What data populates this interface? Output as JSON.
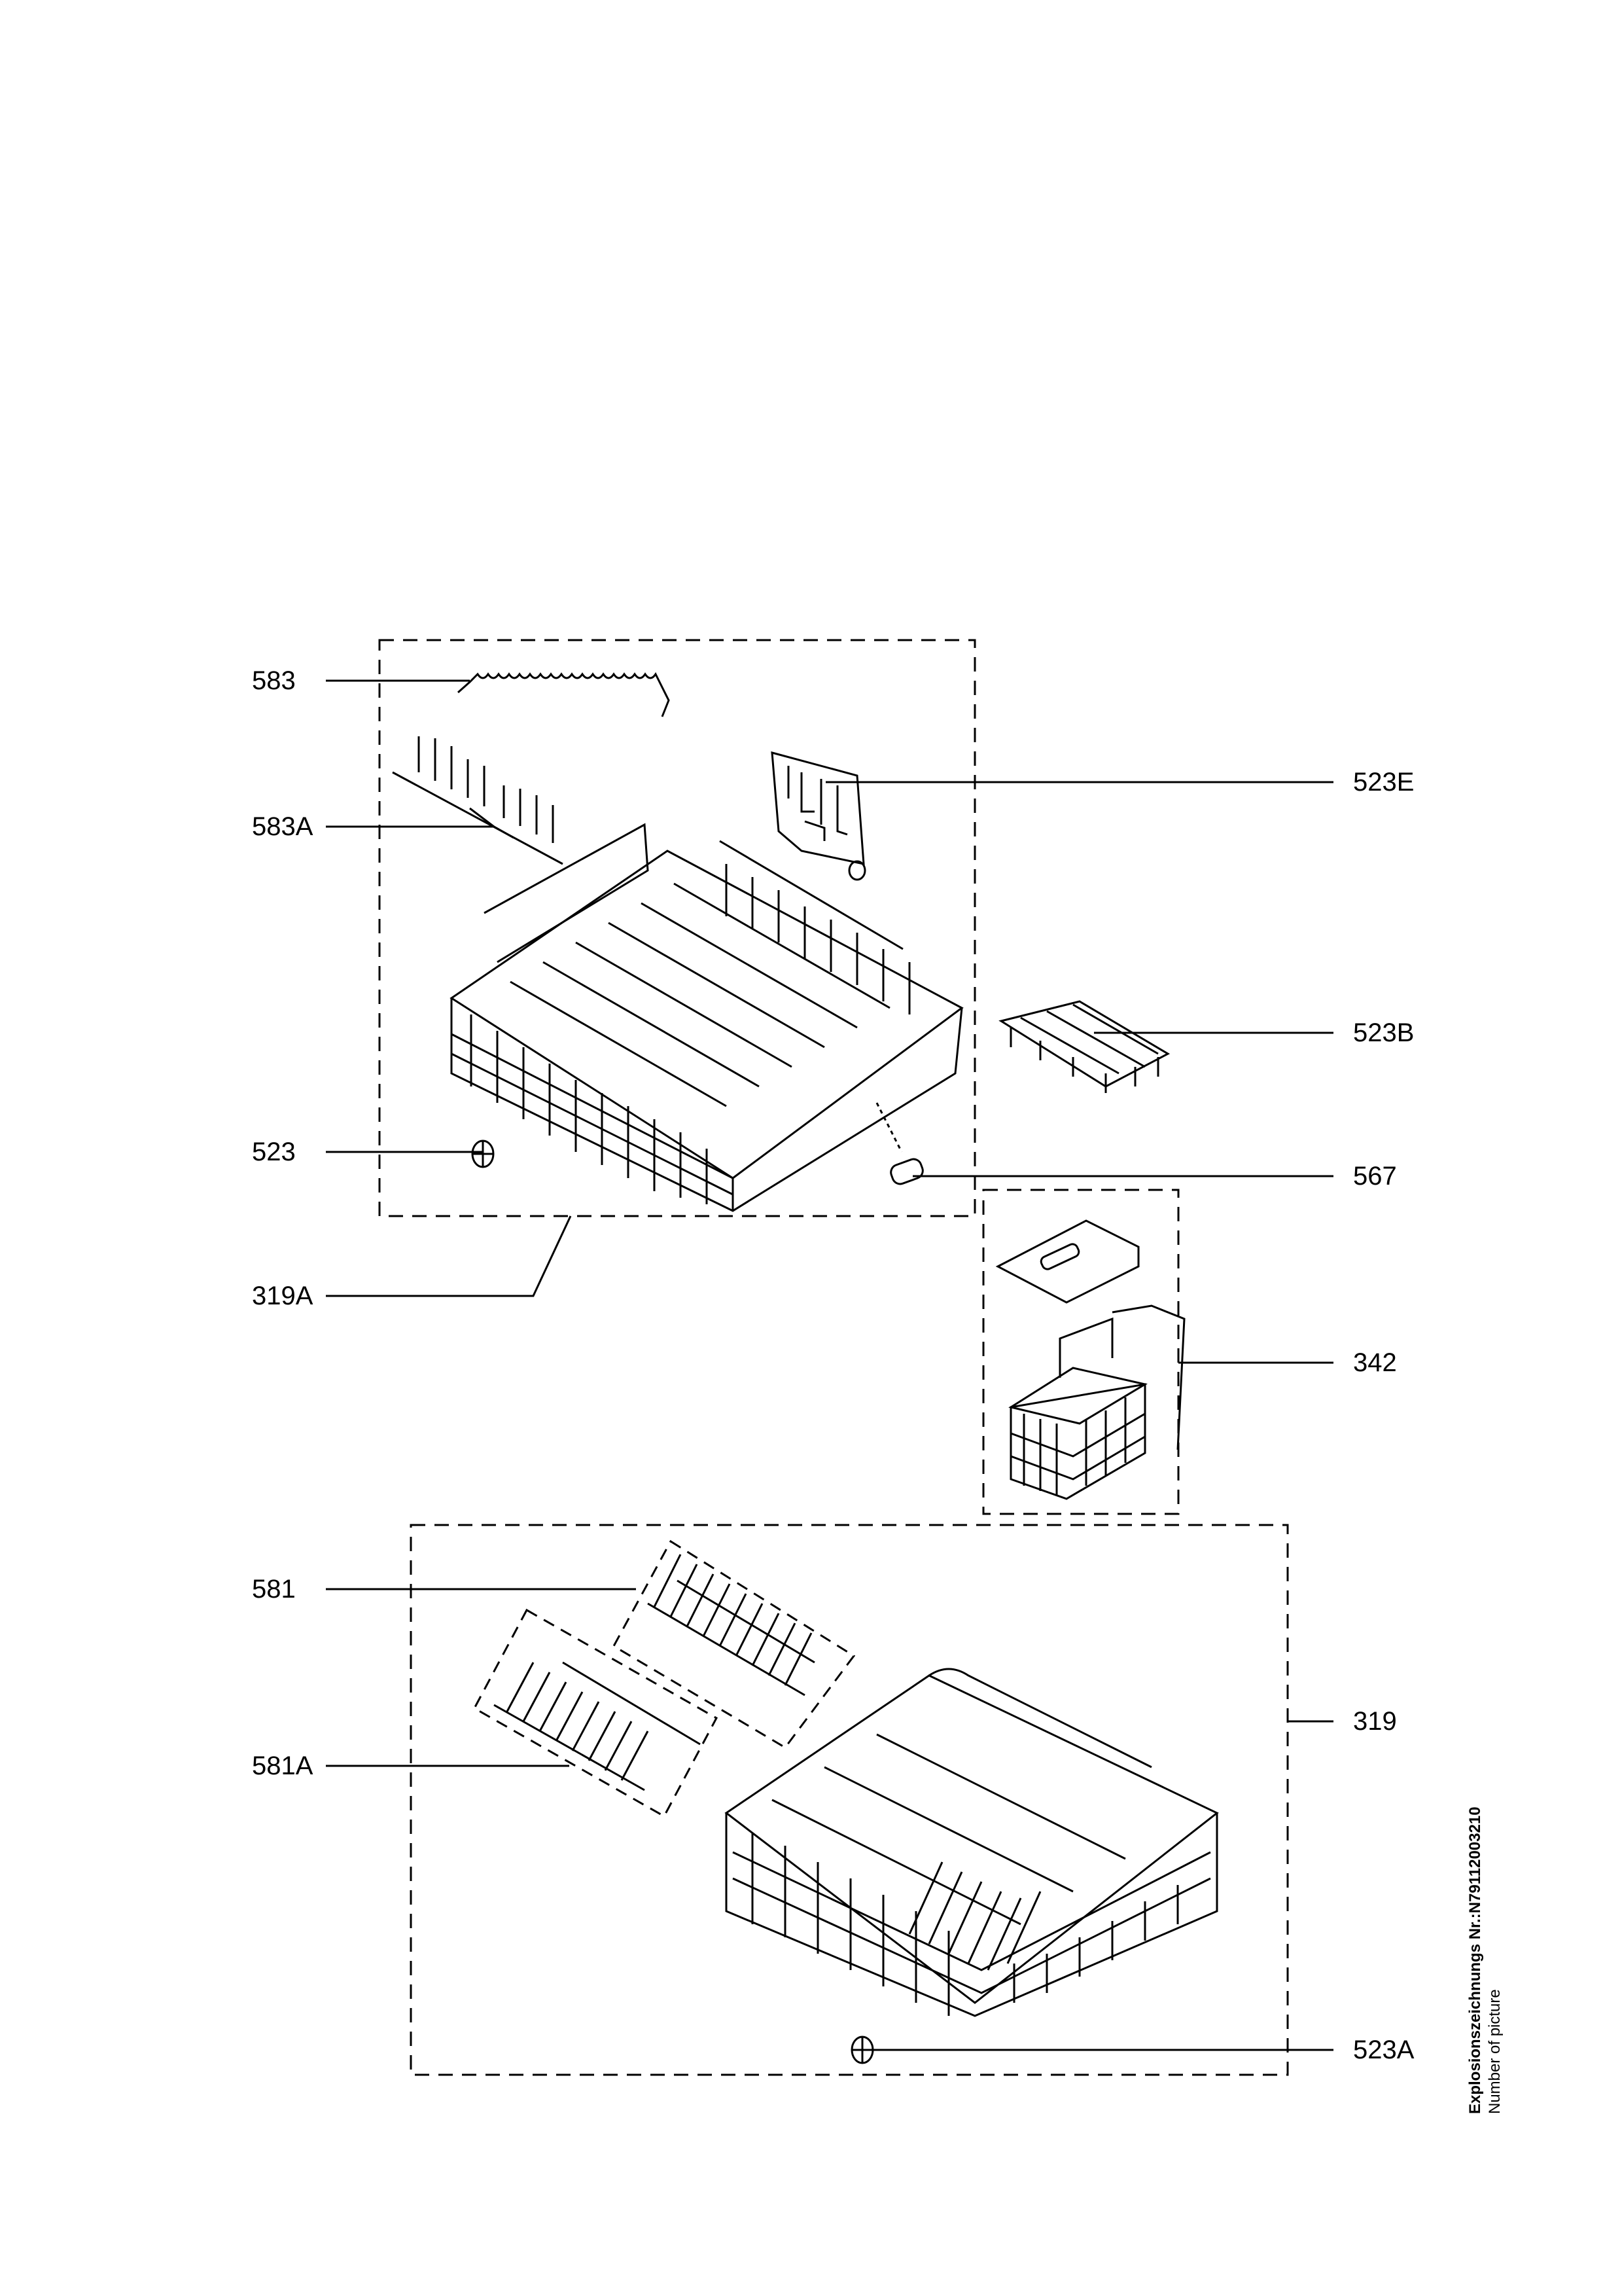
{
  "labels": {
    "p583": "583",
    "p583A": "583A",
    "p523E": "523E",
    "p523B": "523B",
    "p523": "523",
    "p567": "567",
    "p319A": "319A",
    "p342": "342",
    "p581": "581",
    "p581A": "581A",
    "p319": "319",
    "p523A": "523A"
  },
  "footer": {
    "drawing_number": "Explosionszeichnungs Nr.:N7911200321​0",
    "caption": "Number of picture"
  }
}
